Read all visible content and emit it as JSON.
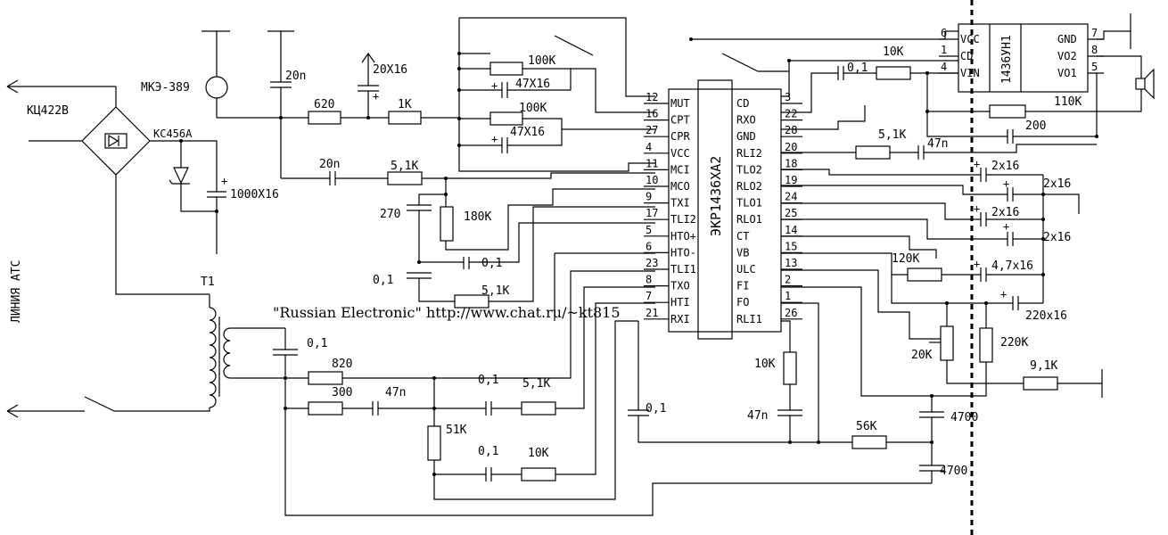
{
  "credit": "\"Russian Electronic\" http://www.chat.ru/~kt815",
  "line_label": "ЛИНИЯ АТС",
  "bridge_label": "КЦ422В",
  "zener_label": "КС456А",
  "mic_label": "МКЭ-389",
  "transformer_label": "T1",
  "main_ic": {
    "name": "ЭКР1436ХА2",
    "left_pins": [
      {
        "num": "12",
        "name": "MUT"
      },
      {
        "num": "16",
        "name": "CPT"
      },
      {
        "num": "27",
        "name": "CPR"
      },
      {
        "num": "4",
        "name": "VCC"
      },
      {
        "num": "11",
        "name": "MCI"
      },
      {
        "num": "10",
        "name": "MCO"
      },
      {
        "num": "9",
        "name": "TXI"
      },
      {
        "num": "17",
        "name": "TLI2"
      },
      {
        "num": "5",
        "name": "HTO+"
      },
      {
        "num": "6",
        "name": "HTO-"
      },
      {
        "num": "23",
        "name": "TLI1"
      },
      {
        "num": "8",
        "name": "TXO"
      },
      {
        "num": "7",
        "name": "HTI"
      },
      {
        "num": "21",
        "name": "RXI"
      }
    ],
    "right_pins": [
      {
        "num": "3",
        "name": "CD"
      },
      {
        "num": "22",
        "name": "RXO"
      },
      {
        "num": "28",
        "name": "GND"
      },
      {
        "num": "20",
        "name": "RLI2"
      },
      {
        "num": "18",
        "name": "TLO2"
      },
      {
        "num": "19",
        "name": "RLO2"
      },
      {
        "num": "24",
        "name": "TLO1"
      },
      {
        "num": "25",
        "name": "RLO1"
      },
      {
        "num": "14",
        "name": "CT"
      },
      {
        "num": "15",
        "name": "VB"
      },
      {
        "num": "13",
        "name": "ULC"
      },
      {
        "num": "2",
        "name": "FI"
      },
      {
        "num": "1",
        "name": "FO"
      },
      {
        "num": "26",
        "name": "RLI1"
      }
    ]
  },
  "amp_ic": {
    "name": "1436УН1",
    "left_pins": [
      {
        "num": "6",
        "name": "VCC"
      },
      {
        "num": "1",
        "name": "CD"
      },
      {
        "num": "4",
        "name": "VIN"
      }
    ],
    "right_pins": [
      {
        "num": "7",
        "name": "GND"
      },
      {
        "num": "8",
        "name": "VO2"
      },
      {
        "num": "5",
        "name": "VO1"
      }
    ]
  },
  "component_labels": {
    "c_20n_top": "20n",
    "c_20x16": "20X16",
    "r_620": "620",
    "r_1k": "1K",
    "r_100k_a": "100K",
    "c_47x16_a": "47X16",
    "r_100k_b": "100K",
    "c_47x16_b": "47X16",
    "c_1000x16": "1000X16",
    "c_20n_mid": "20n",
    "r_5k1_a": "5,1K",
    "c_270": "270",
    "r_180k": "180K",
    "c_0_1_a": "0,1",
    "c_0_1_b": "0,1",
    "r_5k1_b": "5,1K",
    "c_0_1_t1": "0,1",
    "r_820": "820",
    "r_300": "300",
    "c_47n_a": "47n",
    "c_0_1_c": "0,1",
    "r_5k1_c": "5,1K",
    "r_51k": "51K",
    "c_0_1_d": "0,1",
    "r_10k_a": "10K",
    "c_0_1_e": "0,1",
    "r_10k_b": "10K",
    "c_47n_b": "47n",
    "r_56k": "56K",
    "c_4700_a": "4700",
    "c_4700_b": "4700",
    "r_10k_top": "10K",
    "c_0_1_top": "0,1",
    "r_110k": "110K",
    "r_200": "200",
    "r_5k1_d": "5,1K",
    "c_47n_c": "47n",
    "c_2x16_a": "2x16",
    "c_2x16_b": "2x16",
    "c_2x16_c": "2x16",
    "c_2x16_d": "2x16",
    "r_120k": "120K",
    "c_4_7x16": "4,7x16",
    "c_220x16": "220x16",
    "r_20k": "20K",
    "r_220k": "220K",
    "r_9k1": "9,1K"
  }
}
